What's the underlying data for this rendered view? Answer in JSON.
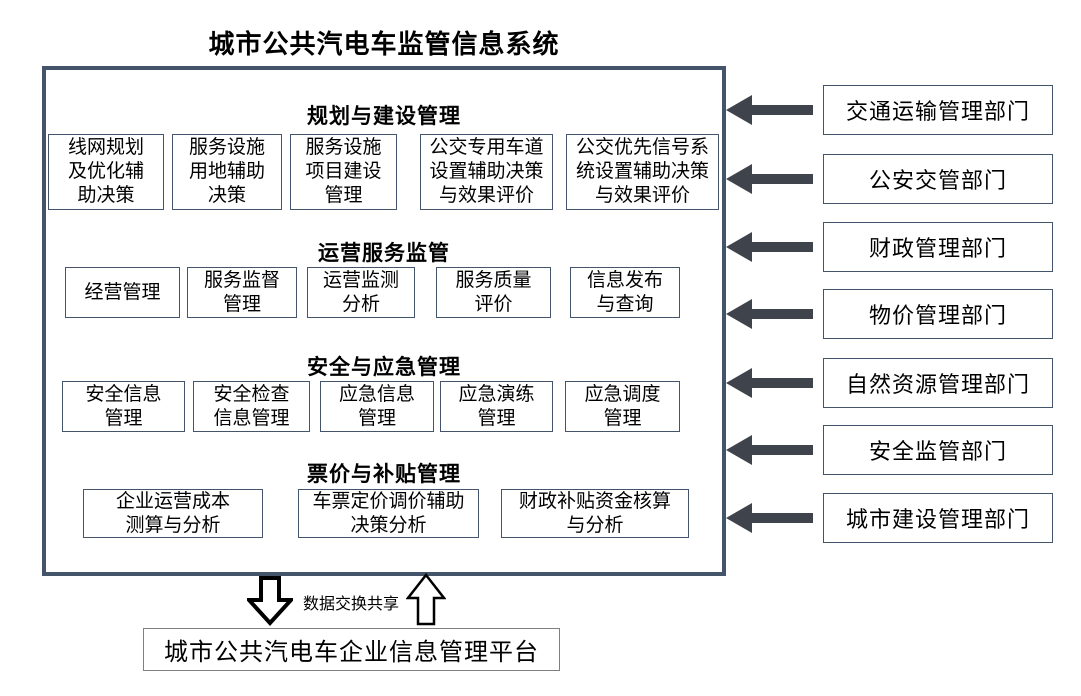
{
  "title": "城市公共汽电车监管信息系统",
  "system": {
    "sections": [
      {
        "header": "规划与建设管理",
        "modules": [
          "线网规划\n及优化辅\n助决策",
          "服务设施\n用地辅助\n决策",
          "服务设施\n项目建设\n管理",
          "公交专用车道\n设置辅助决策\n与效果评价",
          "公交优先信号系\n统设置辅助决策\n与效果评价"
        ]
      },
      {
        "header": "运营服务监管",
        "modules": [
          "经营管理",
          "服务监督\n管理",
          "运营监测\n分析",
          "服务质量\n评价",
          "信息发布\n与查询"
        ]
      },
      {
        "header": "安全与应急管理",
        "modules": [
          "安全信息\n管理",
          "安全检查\n信息管理",
          "应急信息\n管理",
          "应急演练\n管理",
          "应急调度\n管理"
        ]
      },
      {
        "header": "票价与补贴管理",
        "modules": [
          "企业运营成本\n测算与分析",
          "车票定价调价辅助\n决策分析",
          "财政补贴资金核算\n与分析"
        ]
      }
    ]
  },
  "departments": [
    "交通运输管理部门",
    "公安交管部门",
    "财政管理部门",
    "物价管理部门",
    "自然资源管理部门",
    "安全监管部门",
    "城市建设管理部门"
  ],
  "exchange_label": "数据交换共享",
  "platform_label": "城市公共汽电车企业信息管理平台",
  "colors": {
    "frame_border": "#44546a",
    "module_border": "#44546a",
    "department_border": "#44546a",
    "connector_arrow": "#3f434c",
    "platform_border": "#808080",
    "text": "#000000",
    "background": "#ffffff"
  }
}
